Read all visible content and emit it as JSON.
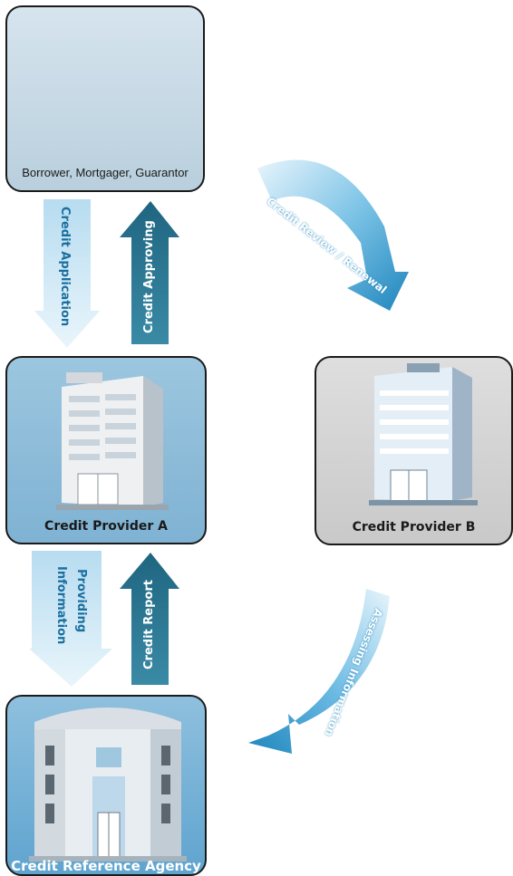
{
  "nodes": {
    "borrower": "Borrower, Mortgager, Guarantor",
    "provider_a": "Credit Provider A",
    "provider_b": "Credit Provider B",
    "agency": "Credit Reference Agency"
  },
  "edges": {
    "credit_application": "Credit Application",
    "credit_approving": "Credit Approving",
    "credit_review": "Credit Review / Renewal",
    "providing_information_1": "Providing",
    "providing_information_2": "Information",
    "credit_report": "Credit Report",
    "assessing_information": "Assessing Information"
  },
  "colors": {
    "arrow_dark": "#2f7896",
    "arrow_light": "#cfe8f6",
    "arrow_blue": "#2a95c8"
  }
}
